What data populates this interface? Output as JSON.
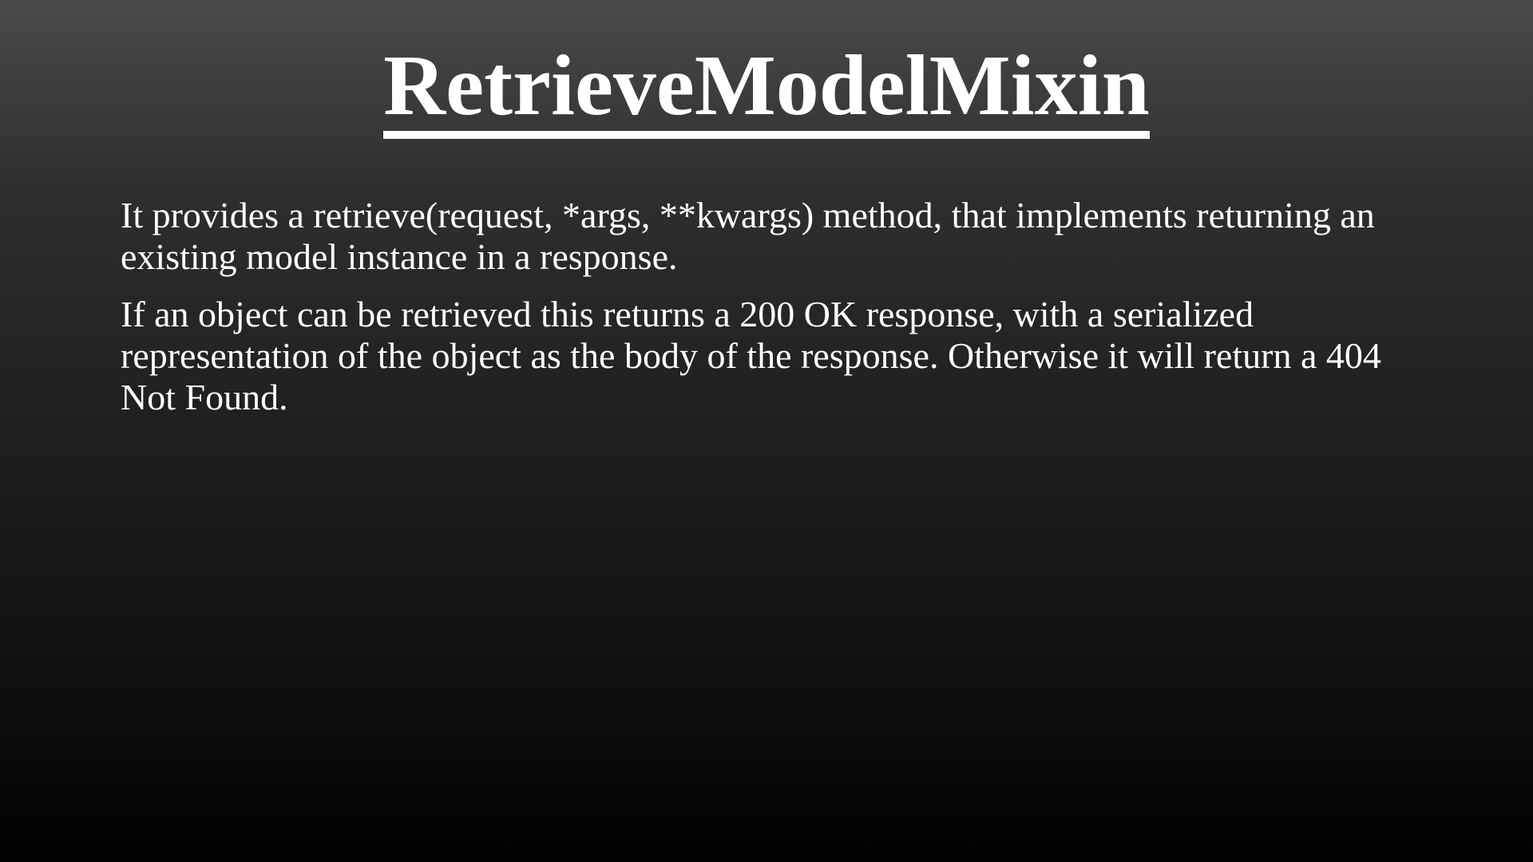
{
  "slide": {
    "title": "RetrieveModelMixin",
    "paragraphs": [
      "It provides a retrieve(request, *args, **kwargs) method, that implements returning an existing model instance in a response.",
      "If an object can be retrieved this returns a 200 OK response, with a serialized representation of the object as the body of the response. Otherwise it will return a 404 Not Found."
    ]
  }
}
